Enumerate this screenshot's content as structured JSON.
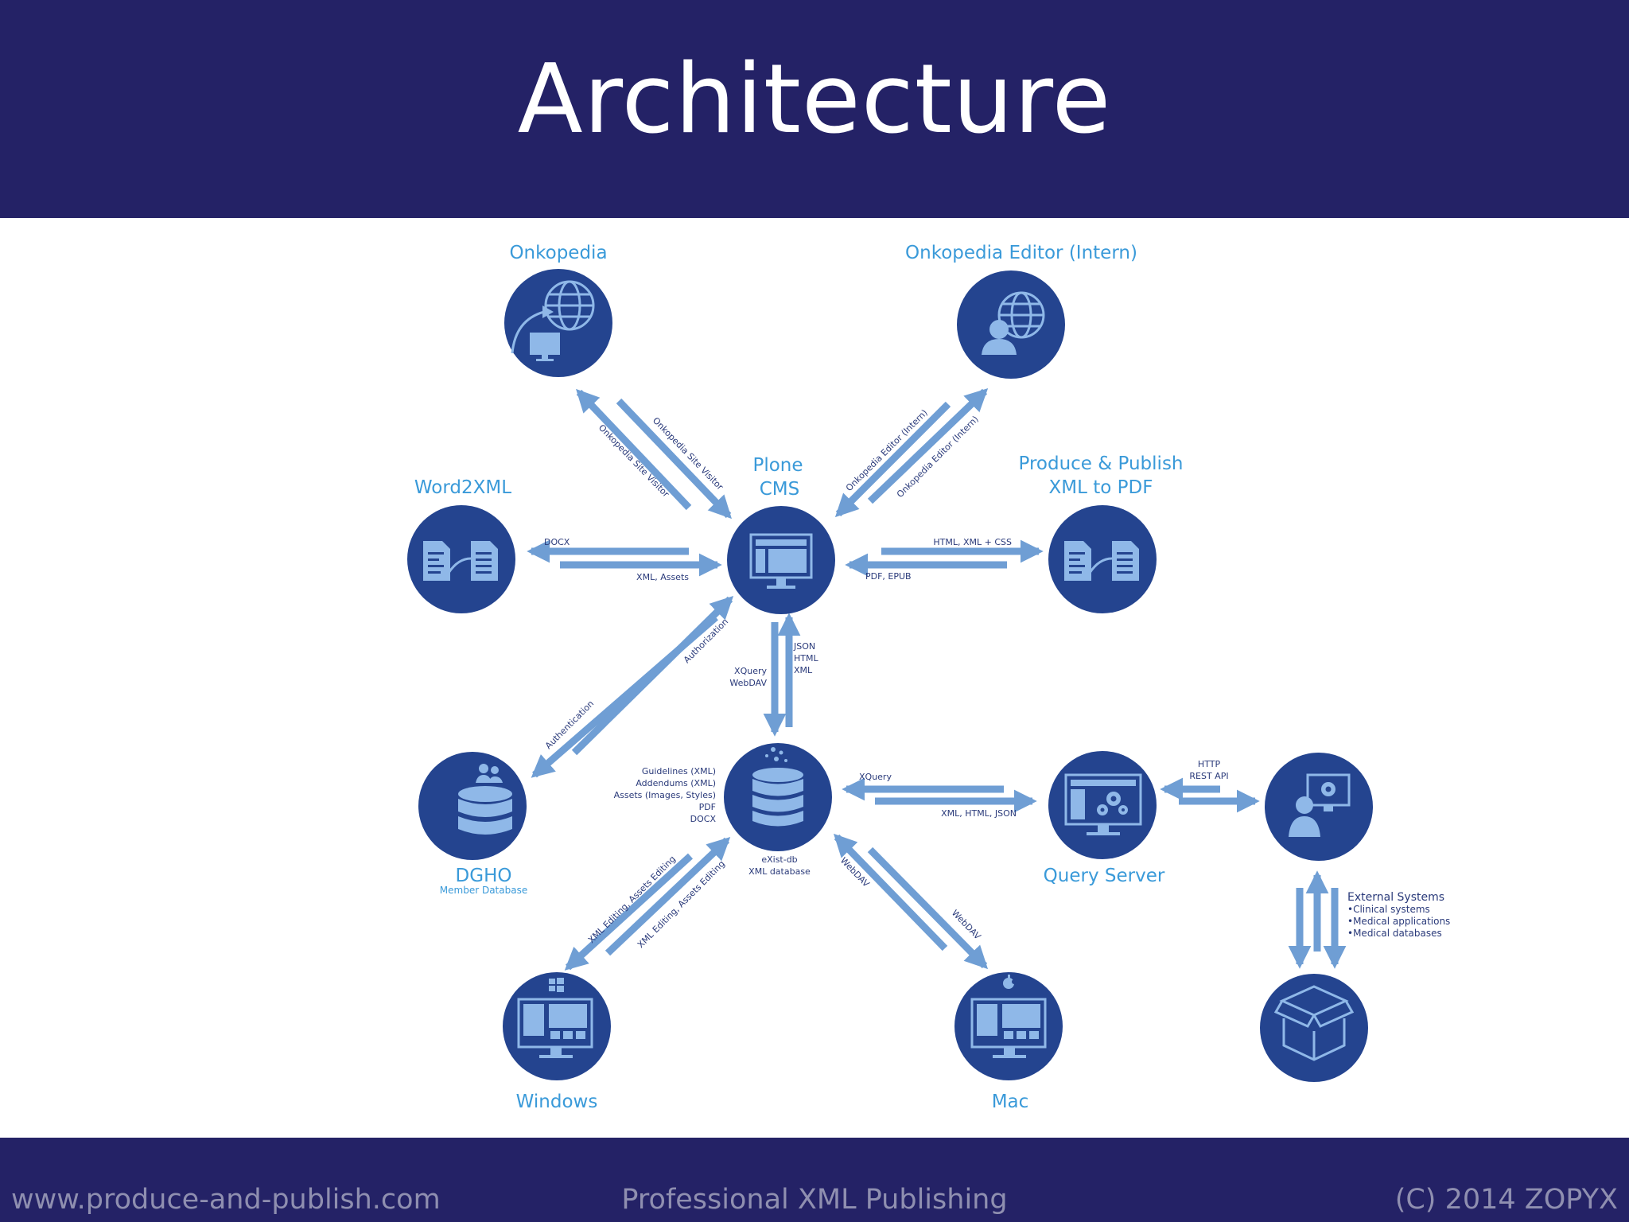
{
  "header": {
    "title": "Architecture"
  },
  "footer": {
    "left": "www.produce-and-publish.com",
    "center": "Professional XML Publishing",
    "right": "(C) 2014 ZOPYX"
  },
  "nodes": {
    "onkopedia": {
      "title": "Onkopedia",
      "icon": "globe-monitor-icon"
    },
    "editor": {
      "title": "Onkopedia Editor (Intern)",
      "icon": "globe-user-icon"
    },
    "plone": {
      "title_line1": "Plone",
      "title_line2": "CMS",
      "icon": "monitor-icon"
    },
    "word2xml": {
      "title": "Word2XML",
      "icon": "document-convert-icon"
    },
    "produce": {
      "title_line1": "Produce & Publish",
      "title_line2": "XML to PDF",
      "icon": "document-convert-icon"
    },
    "dgho": {
      "title": "DGHO",
      "subtitle": "Member Database",
      "icon": "database-users-icon"
    },
    "existdb": {
      "subtitle_line1": "eXist-db",
      "subtitle_line2": "XML database",
      "icon": "database-icon"
    },
    "queryserver": {
      "title": "Query Server",
      "icon": "monitor-gears-icon"
    },
    "external_user": {
      "icon": "user-monitor-gear-icon"
    },
    "external_box": {
      "icon": "dropbox-icon"
    },
    "windows": {
      "title": "Windows",
      "icon": "windows-desktop-icon"
    },
    "mac": {
      "title": "Mac",
      "icon": "apple-desktop-icon"
    }
  },
  "edges": {
    "onkopedia_a": "Onkopedia Site Visitor",
    "onkopedia_b": "Onkopedia Site Visitor",
    "editor_a": "Onkopedia Editor (Intern)",
    "editor_b": "Onkopedia Editor (Intern)",
    "word_out": "DOCX",
    "word_in": "XML, Assets",
    "produce_out": "HTML, XML + CSS",
    "produce_in": "PDF, EPUB",
    "dgho_a": "Authentication",
    "dgho_b": "Authorization",
    "plone_exist_left_1": "XQuery",
    "plone_exist_left_2": "WebDAV",
    "plone_exist_right_1": "JSON",
    "plone_exist_right_2": "HTML",
    "plone_exist_right_3": "XML",
    "exist_query_top": "XQuery",
    "exist_query_bottom": "XML, HTML, JSON",
    "query_ext_1": "HTTP",
    "query_ext_2": "REST API",
    "windows_a": "XML Editing, Assets Editing",
    "windows_b": "XML Editing, Assets Editing",
    "mac_a": "WebDAV",
    "mac_b": "WebDAV"
  },
  "exist_contents": [
    "Guidelines (XML)",
    "Addendums (XML)",
    "Assets (Images, Styles)",
    "PDF",
    "DOCX"
  ],
  "external_systems": {
    "title": "External Systems",
    "items": [
      "•Clinical systems",
      "•Medical applications",
      "•Medical databases"
    ]
  },
  "colors": {
    "header_bg": "#242266",
    "node_circle": "#24448f",
    "arrow": "#6f9ed4",
    "node_title": "#3a9ad9"
  }
}
